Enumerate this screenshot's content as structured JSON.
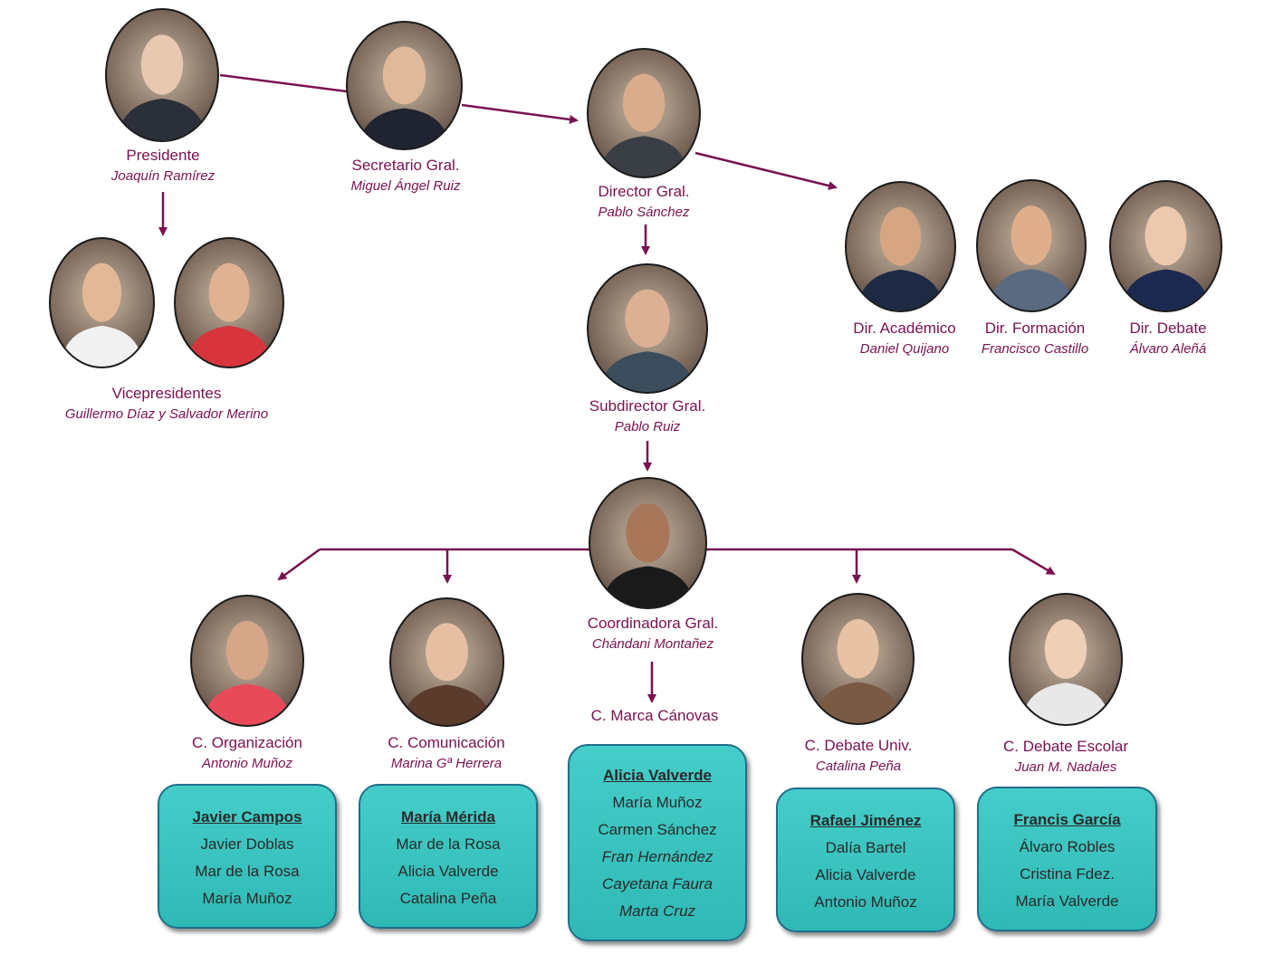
{
  "colors": {
    "accent": "#7a1150",
    "box_fill": "#3cc4c0",
    "box_border": "#1f6f8b"
  },
  "board": {
    "presidente": {
      "role": "Presidente",
      "name": "Joaquín Ramírez"
    },
    "secretario": {
      "role": "Secretario Gral.",
      "name": "Miguel Ángel Ruiz"
    },
    "director": {
      "role": "Director Gral.",
      "name": "Pablo Sánchez"
    },
    "vicepresidentes": {
      "role": "Vicepresidentes",
      "name": "Guillermo Díaz y Salvador Merino"
    },
    "subdirector": {
      "role": "Subdirector Gral.",
      "name": "Pablo Ruiz"
    },
    "dir_academico": {
      "role": "Dir. Académico",
      "name": "Daniel Quijano"
    },
    "dir_formacion": {
      "role": "Dir. Formación",
      "name": "Francisco Castillo"
    },
    "dir_debate": {
      "role": "Dir. Debate",
      "name": "Álvaro Aleñá"
    },
    "coordinadora": {
      "role": "Coordinadora Gral.",
      "name": "Chándani Montañez"
    },
    "marca": {
      "role": "C. Marca Cánovas"
    }
  },
  "coordinators": {
    "organizacion": {
      "role": "C. Organización",
      "name": "Antonio Muñoz"
    },
    "comunicacion": {
      "role": "C. Comunicación",
      "name": "Marina Gª Herrera"
    },
    "debate_univ": {
      "role": "C. Debate Univ.",
      "name": "Catalina Peña"
    },
    "debate_escolar": {
      "role": "C. Debate Escolar",
      "name": "Juan M. Nadales"
    }
  },
  "teams": {
    "organizacion": {
      "lead": "Javier Campos",
      "members": [
        "Javier Doblas",
        "Mar de la Rosa",
        "María Muñoz"
      ]
    },
    "comunicacion": {
      "lead": "María Mérida",
      "members": [
        "Mar de la Rosa",
        "Alicia Valverde",
        "Catalina Peña"
      ]
    },
    "marca": {
      "lead": "Alicia Valverde",
      "members": [
        "María Muñoz",
        "Carmen Sánchez"
      ],
      "members_italic": [
        "Fran Hernández",
        "Cayetana Faura",
        "Marta Cruz"
      ]
    },
    "debate_univ": {
      "lead": "Rafael Jiménez",
      "members": [
        "Dalía Bartel",
        "Alicia Valverde",
        "Antonio Muñoz"
      ]
    },
    "debate_escolar": {
      "lead": "Francis García",
      "members": [
        "Álvaro Robles",
        "Cristina Fdez.",
        "María Valverde"
      ]
    }
  }
}
